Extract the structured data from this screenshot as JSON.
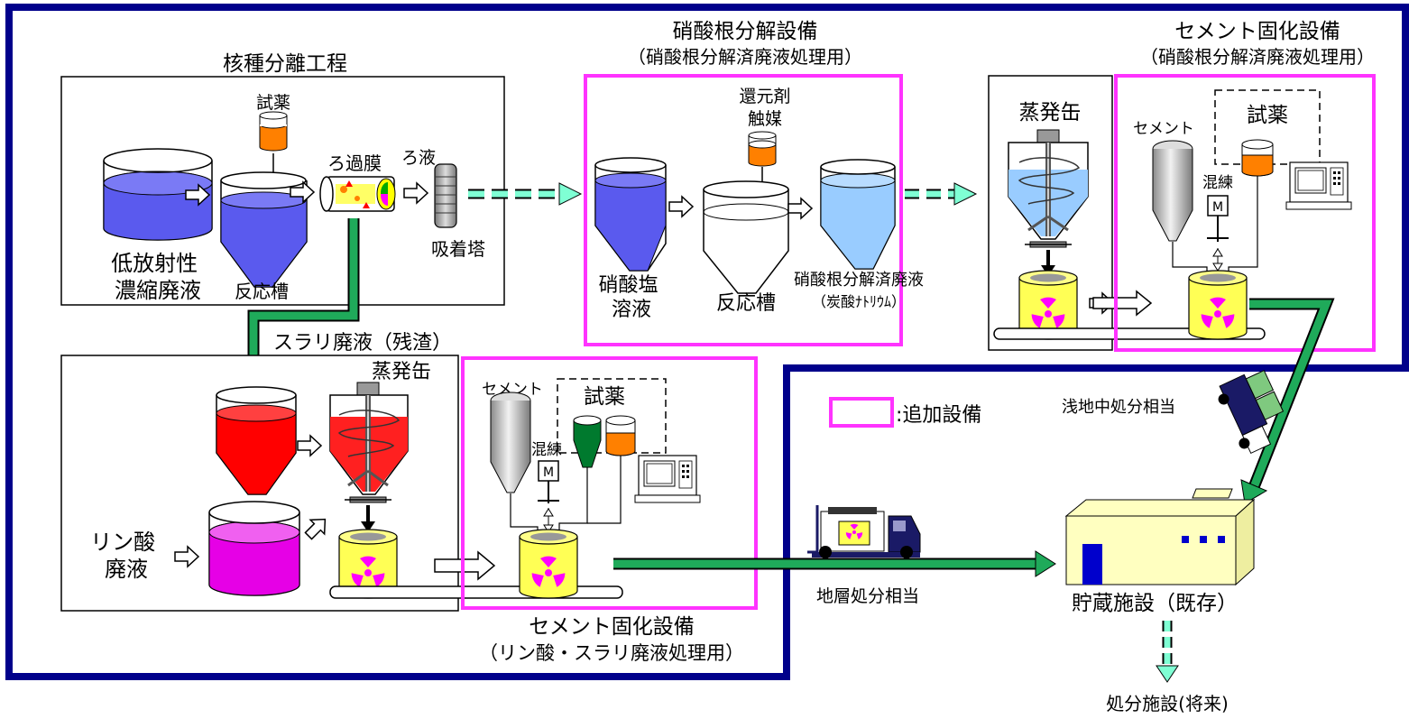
{
  "colors": {
    "boundary": "#00008B",
    "added_equipment": "#FF33FF",
    "green_flow": "#1FAA5A",
    "dashed_flow": "#7FFFD4",
    "blue_liquid": "#5A5AEE",
    "light_blue_liquid": "#99CCFF",
    "red_liquid": "#FF0000",
    "magenta_liquid": "#E600E6",
    "orange_reagent": "#FF8000",
    "green_reagent": "#007A2E",
    "drum_yellow": "#FFFF55"
  },
  "sections": {
    "separation_title": "核種分離工程",
    "nitrate_title": "硝酸根分解設備",
    "nitrate_subtitle": "（硝酸根分解済廃液処理用）",
    "cement_upper_title": "セメント固化設備",
    "cement_upper_subtitle": "（硝酸根分解済廃液処理用）",
    "cement_lower_title": "セメント固化設備",
    "cement_lower_subtitle": "（リン酸・スラリ廃液処理用）"
  },
  "labels": {
    "reagent": "試薬",
    "filter_membrane": "ろ過膜",
    "filtrate": "ろ液",
    "adsorption_tower": "吸着塔",
    "low_level_line1": "低放射性",
    "low_level_line2": "濃縮廃液",
    "reaction_tank": "反応槽",
    "reductant": "還元剤",
    "catalyst": "触媒",
    "nitrate_line1": "硝酸塩",
    "nitrate_line2": "溶液",
    "reaction_tank2": "反応槽",
    "decomposed_waste": "硝酸根分解済廃液",
    "sodium_carbonate": "（炭酸ﾅﾄﾘｳﾑ）",
    "evaporator_upper": "蒸発缶",
    "cement_upper": "セメント",
    "mixing_upper": "混練",
    "reagent_upper": "試薬",
    "motor": "M",
    "slurry": "スラリ廃液（残渣）",
    "evaporator_lower": "蒸発缶",
    "phosphoric_line1": "リン酸",
    "phosphoric_line2": "廃液",
    "cement_lower": "セメント",
    "reagent_lower": "試薬",
    "mixing_lower": "混練",
    "legend": ":追加設備",
    "shallow_disposal": "浅地中処分相当",
    "geological_disposal": "地層処分相当",
    "storage_facility": "貯蔵施設（既存）",
    "disposal_facility": "処分施設(将来)"
  }
}
